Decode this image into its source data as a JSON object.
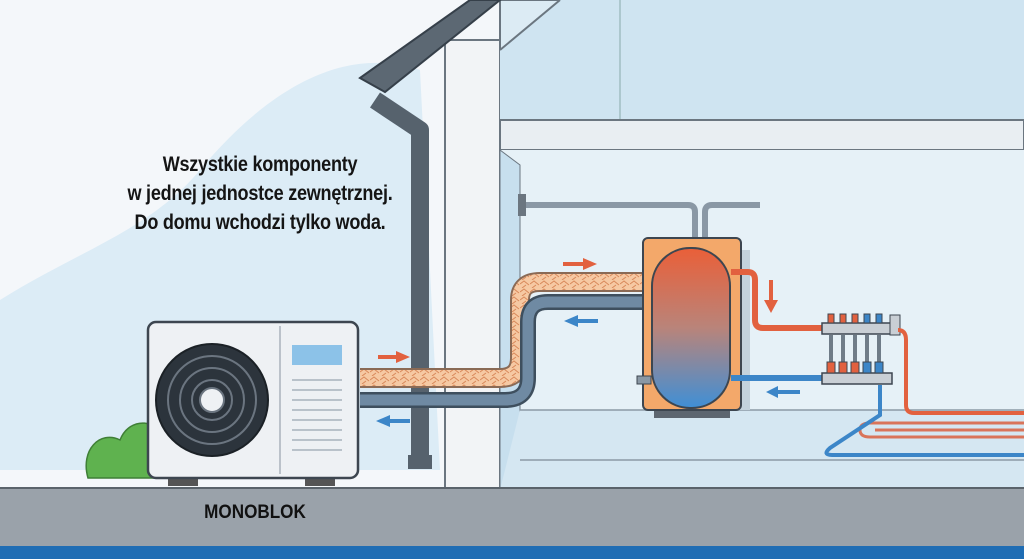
{
  "caption": {
    "line1": "Wszystkie komponenty",
    "line2": "w jednej jednostce zewnętrznej.",
    "line3": "Do domu wchodzi tylko woda."
  },
  "label": "MONOBLOK",
  "colors": {
    "hot": "#e2613f",
    "cold": "#3c86c8",
    "tank": "#f3a86a",
    "ground": "#9aa2aa",
    "bottom_bar": "#1f6db4",
    "interior": "#dcebf4"
  }
}
